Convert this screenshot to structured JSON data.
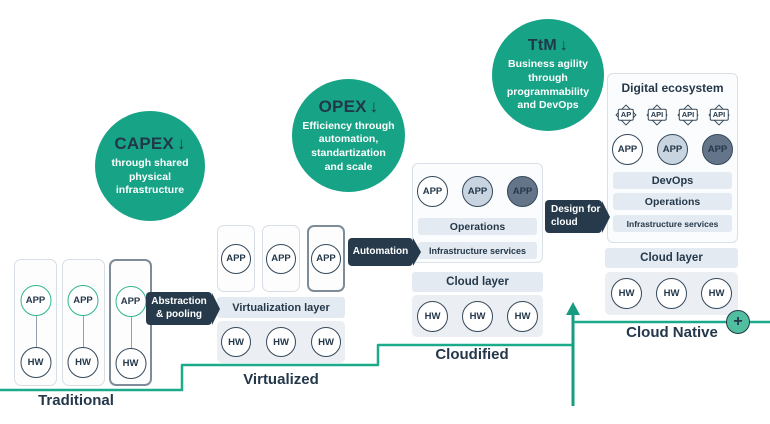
{
  "colors": {
    "benefit_green": "#17A386",
    "line_green": "#1BAA8A",
    "arrow_green": "#189C80",
    "dark_navy": "#24384A",
    "badge_navy": "#263A4B",
    "bar_fill": "#E4EAF1",
    "panel_fill": "#EBEFF4",
    "app_light_fill": "#C8D4E0",
    "app_dark_fill": "#64758A",
    "app_green_border": "#2FB590",
    "plus_green": "#4FBF9F"
  },
  "benefits": {
    "capex": {
      "title": "CAPEX",
      "arrow": "↓",
      "body": "through shared physical infrastructure"
    },
    "opex": {
      "title": "OPEX",
      "arrow": "↓",
      "body": "Efficiency through automation, standartization and scale"
    },
    "ttm": {
      "title": "TtM",
      "arrow": "↓",
      "body": "Business agility through programmability and DevOps"
    }
  },
  "transition_badges": {
    "abstraction": {
      "line1": "Abstraction",
      "line2": "& pooling"
    },
    "automation": {
      "line1": "Automation"
    },
    "design": {
      "line1": "Design for",
      "line2": "cloud"
    }
  },
  "node_labels": {
    "app": "APP",
    "hw": "HW"
  },
  "stages": {
    "traditional": {
      "label": "Traditional"
    },
    "virtualized": {
      "label": "Virtualized",
      "layer_bar": "Virtualization layer"
    },
    "cloudified": {
      "label": "Cloudified",
      "bars": [
        "Operations",
        "Infrastructure services"
      ],
      "cloud_layer": "Cloud layer"
    },
    "cloud_native": {
      "label": "Cloud Native",
      "panel_title": "Digital ecosystem",
      "api_badges": [
        "AP",
        "API",
        "API",
        "API"
      ],
      "bars": [
        "DevOps",
        "Operations",
        "Infrastructure services"
      ],
      "cloud_layer": "Cloud layer",
      "plus_icon": "+"
    }
  }
}
